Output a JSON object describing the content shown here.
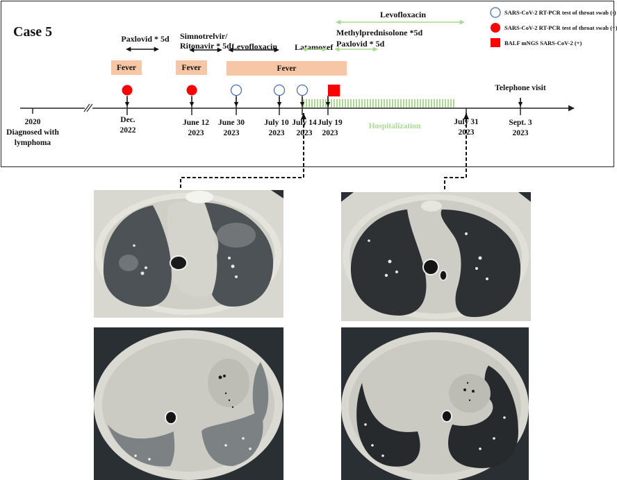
{
  "title": "Case 5",
  "colors": {
    "fever_fill": "#f6c6a5",
    "positive_red": "#ff0000",
    "negative_blue": "#4a6fb5",
    "treatment_green": "#a9d88f",
    "axis": "#222222"
  },
  "treatments": [
    {
      "label": "Paxlovid * 5d",
      "color": "black"
    },
    {
      "label_line1": "Simnotrelvir/",
      "label_line2": "Ritonavir * 5d",
      "color": "black"
    },
    {
      "label": "Levofloxacin",
      "color": "black"
    },
    {
      "label": "Latamoxef",
      "color": "green"
    },
    {
      "label_line1": "Methylprednisolone *5d",
      "label_line2": "Paxlovid * 5d",
      "color": "green"
    },
    {
      "label": "Levofloxacin",
      "color": "green"
    }
  ],
  "fever_periods": [
    {
      "label": "Fever"
    },
    {
      "label": "Fever"
    },
    {
      "label": "Fever"
    }
  ],
  "timeline": [
    {
      "line1": "2020",
      "line2": "Diagnosed with",
      "line3": "lymphoma",
      "marker": "none"
    },
    {
      "line1": "Dec.",
      "line2": "2022",
      "marker": "positive-circle"
    },
    {
      "line1": "June 12",
      "line2": "2023",
      "marker": "positive-circle"
    },
    {
      "line1": "June 30",
      "line2": "2023",
      "marker": "negative-circle"
    },
    {
      "line1": "July 10",
      "line2": "2023",
      "marker": "negative-circle"
    },
    {
      "line1": "July 14",
      "line2": "2023",
      "marker": "negative-circle"
    },
    {
      "line1": "July 19",
      "line2": "2023",
      "marker": "positive-square"
    },
    {
      "line1": "July 31",
      "line2": "2023",
      "marker": "none"
    },
    {
      "line1": "Sept. 3",
      "line2": "2023",
      "marker": "none",
      "event": "Telephone visit"
    }
  ],
  "hospitalization_label": "Hospitalization",
  "legend": [
    {
      "icon": "open-circle",
      "label": "SARS-CoV-2 RT-PCR test of throat swab (-)"
    },
    {
      "icon": "filled-circle",
      "label": "SARS-CoV-2 RT-PCR test of throat swab (+)"
    },
    {
      "icon": "filled-square",
      "label": "BALF mNGS SARS-CoV-2 (+)"
    }
  ],
  "ct_images": [
    {
      "name": "ct-july14-upper-chest",
      "linked_date": "July 14 2023"
    },
    {
      "name": "ct-july31-upper-chest",
      "linked_date": "July 31 2023"
    },
    {
      "name": "ct-july14-lower-chest",
      "linked_date": "July 14 2023"
    },
    {
      "name": "ct-july31-lower-chest",
      "linked_date": "July 31 2023"
    }
  ]
}
